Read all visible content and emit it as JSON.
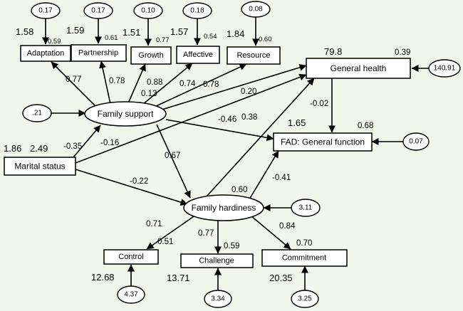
{
  "nodes": {
    "adaptation": "Adaptation",
    "partnership": "Partnership",
    "growth": "Growth",
    "affective": "Affective",
    "resource": "Resource",
    "general_health": "General health",
    "family_support": "Family support",
    "fad_general_function": "FAD: General function",
    "marital_status": "Marital status",
    "family_hardiness": "Family hardiness",
    "control": "Control",
    "challenge": "Challenge",
    "commitment": "Commitment"
  },
  "errors": {
    "adaptation": "0.17",
    "partnership": "0.17",
    "growth": "0.10",
    "affective": "0.18",
    "resource": "0.08",
    "general_health": "140.91",
    "family_support": ".21",
    "fad_general_function": "0.07",
    "family_hardiness": "3.11",
    "control": "4.37",
    "challenge": "3.34",
    "commitment": "3.25"
  },
  "intercepts": {
    "adaptation": "1.58",
    "partnership": "1.59",
    "growth": "1.51",
    "affective": "1.57",
    "resource": "1.84",
    "general_health": "79.8",
    "fad_general_function": "1.65",
    "marital_status_mean": "1.86",
    "marital_status_var": "2.49",
    "control": "12.68",
    "challenge": "13.71",
    "commitment": "20.35"
  },
  "r_squared": {
    "adaptation": "0.59",
    "partnership": "0.61",
    "growth": "0.77",
    "affective": "0.54",
    "resource": "0.60",
    "general_health": "0.39",
    "fad_general_function": "0.68",
    "family_hardiness": "0.60",
    "control": "0.51",
    "challenge": "0.59",
    "commitment": "0.70"
  },
  "paths": {
    "fs_adaptation": "0.77",
    "fs_partnership": "0.78",
    "fs_growth": "0.88",
    "fs_affective": "0.74",
    "fs_resource": "0.78",
    "fs_general_health": "0.13",
    "ms_general_health": "0.20",
    "fs_fad": "-0.46",
    "ms_family_support": "-0.35",
    "ms_fad": "-0.16",
    "fs_family_hardiness": "0.67",
    "ms_family_hardiness": "-0.22",
    "gh_fad": "-0.02",
    "fh_general_health": "0.38",
    "fh_fad": "-0.41",
    "fh_control": "0.71",
    "fh_challenge": "0.77",
    "fh_commitment": "0.84"
  }
}
